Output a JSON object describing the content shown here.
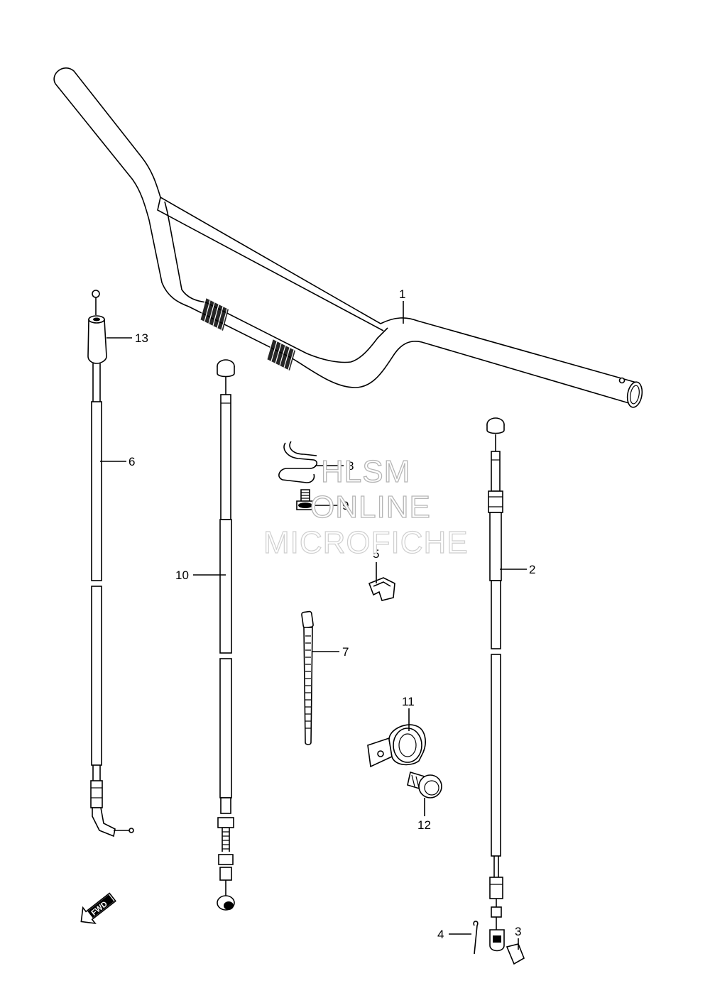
{
  "diagram": {
    "callouts": {
      "c1": "1",
      "c2": "2",
      "c3": "3",
      "c4": "4",
      "c5": "5",
      "c6": "6",
      "c7": "7",
      "c8": "8",
      "c9": "9",
      "c10": "10",
      "c11": "11",
      "c12": "12",
      "c13": "13"
    },
    "fwd_label": "FWD"
  },
  "watermark": {
    "line1": "HLSM",
    "line2": "ONLINE",
    "line3": "MICROFICHE"
  }
}
